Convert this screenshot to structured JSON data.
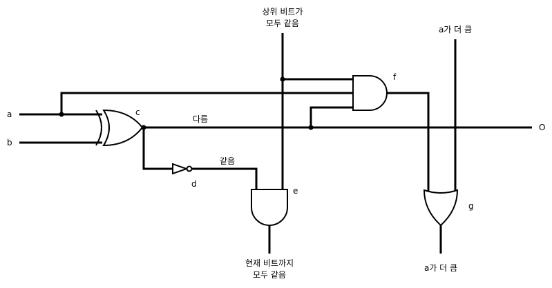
{
  "colors": {
    "line": "#000000",
    "background": "#ffffff"
  },
  "labels": {
    "input_a": "a",
    "input_b": "b",
    "node_c": "c",
    "node_d": "d",
    "node_e": "e",
    "node_f": "f",
    "node_g": "g",
    "output": "O",
    "wire_differ": "다름",
    "wire_same": "같음",
    "upper_bits_line1": "상위 비트가",
    "upper_bits_line2": "모두 같음",
    "a_greater_top": "a가 더 큼",
    "current_bits_line1": "현재 비트까지",
    "current_bits_line2": "모두 같음",
    "a_greater_bottom": "a가 더 큼"
  }
}
